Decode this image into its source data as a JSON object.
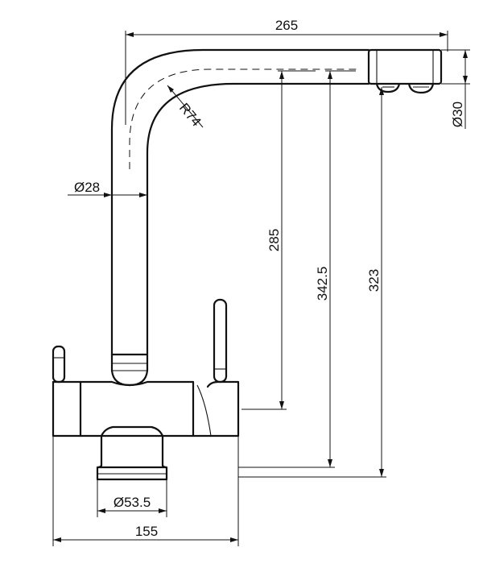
{
  "drawing": {
    "subject": "kitchen faucet with side handles — technical drawing",
    "units": "mm",
    "dimensions": {
      "total_reach": "265",
      "outlet_diameter": "Ø30",
      "bend_radius": "R74",
      "spout_diameter": "Ø28",
      "outlet_height_upper": "285",
      "overall_height": "342.5",
      "outlet_height_lower": "323",
      "base_diameter": "Ø53.5",
      "body_width": "155"
    }
  }
}
